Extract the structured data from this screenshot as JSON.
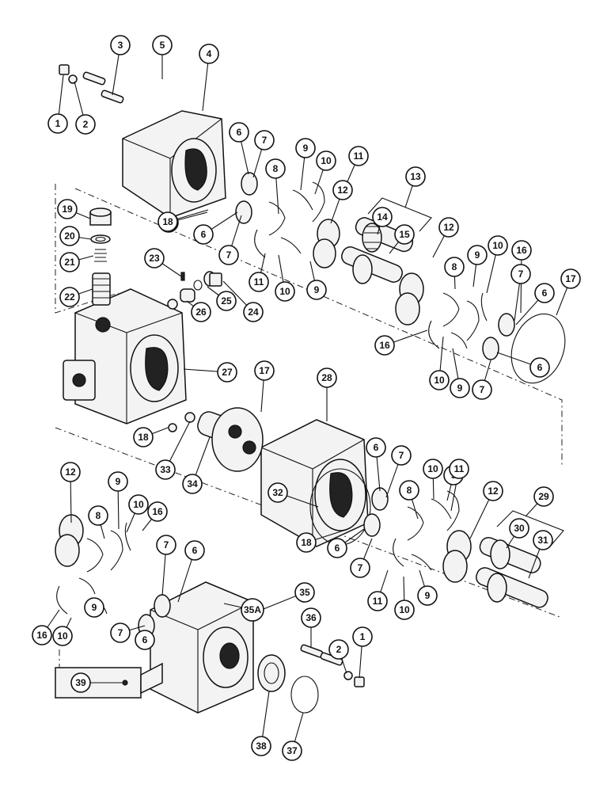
{
  "callouts": [
    "1",
    "2",
    "3",
    "5",
    "4",
    "6",
    "7",
    "9",
    "11",
    "8",
    "10",
    "12",
    "13",
    "14",
    "15",
    "19",
    "20",
    "21",
    "22",
    "23",
    "24",
    "25",
    "26",
    "27",
    "16",
    "17",
    "18",
    "28",
    "29",
    "30",
    "31",
    "32",
    "33",
    "34",
    "35",
    "35A",
    "36",
    "37",
    "38",
    "39"
  ]
}
